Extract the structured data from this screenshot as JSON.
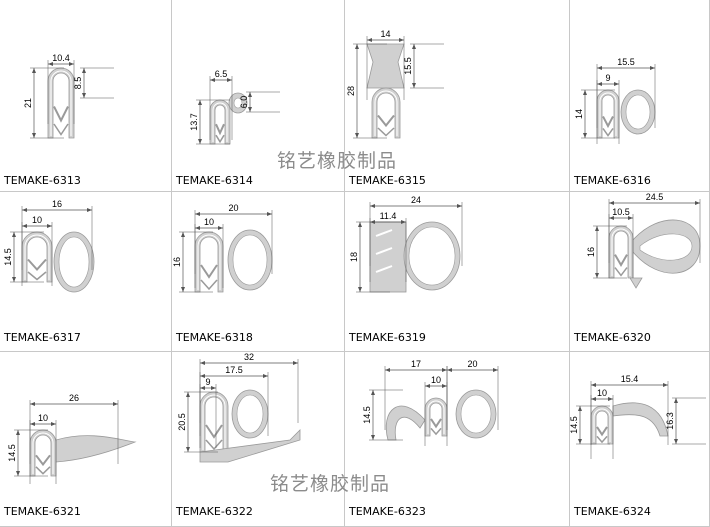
{
  "colors": {
    "rubber": "#d0d0d0",
    "rubber_dark": "#9a9a9a",
    "line": "#555555",
    "watermark": "#8c8c8c"
  },
  "watermark": {
    "text": "铭艺橡胶制品"
  },
  "products": [
    {
      "code": "TEMAKE-6313",
      "dims": [
        "10.4",
        "8.5",
        "21"
      ]
    },
    {
      "code": "TEMAKE-6314",
      "dims": [
        "6.5",
        "13.7",
        "6.0"
      ]
    },
    {
      "code": "TEMAKE-6315",
      "dims": [
        "14",
        "28",
        "15.5"
      ]
    },
    {
      "code": "TEMAKE-6316",
      "dims": [
        "15.5",
        "9",
        "14"
      ]
    },
    {
      "code": "TEMAKE-6317",
      "dims": [
        "16",
        "10",
        "14.5"
      ]
    },
    {
      "code": "TEMAKE-6318",
      "dims": [
        "20",
        "10",
        "16"
      ]
    },
    {
      "code": "TEMAKE-6319",
      "dims": [
        "24",
        "11.4",
        "18"
      ]
    },
    {
      "code": "TEMAKE-6320",
      "dims": [
        "24.5",
        "10.5",
        "16"
      ]
    },
    {
      "code": "TEMAKE-6321",
      "dims": [
        "26",
        "10",
        "14.5"
      ]
    },
    {
      "code": "TEMAKE-6322",
      "dims": [
        "32",
        "17.5",
        "9",
        "20.5"
      ]
    },
    {
      "code": "TEMAKE-6323",
      "dims": [
        "17",
        "10",
        "20",
        "14.5"
      ]
    },
    {
      "code": "TEMAKE-6324",
      "dims": [
        "15.4",
        "10",
        "14.5",
        "16.3"
      ]
    }
  ]
}
